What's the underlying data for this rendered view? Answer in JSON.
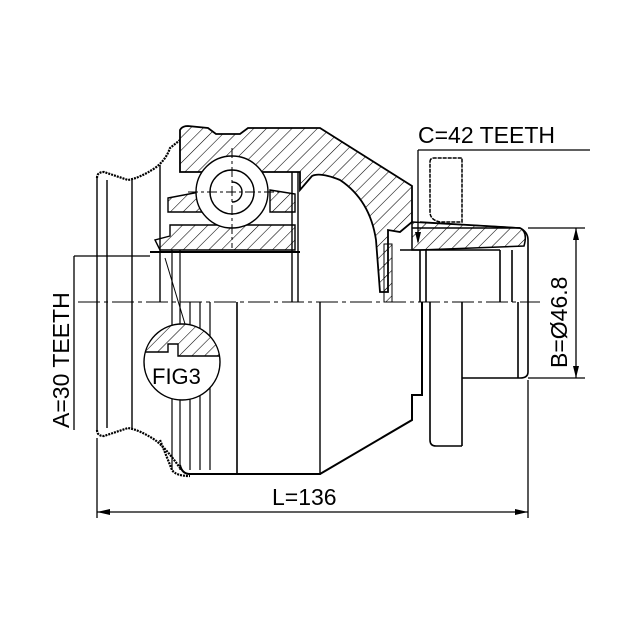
{
  "diagram": {
    "subject": "CV joint inner assembly (cross-section drawing)",
    "labels": {
      "c_teeth": "C=42 TEETH",
      "a_teeth": "A=30 TEETH",
      "b_diameter": "B=Ø46.8",
      "length": "L=136",
      "fig": "FIG3"
    },
    "dimensions": {
      "A_teeth": 30,
      "C_teeth": 42,
      "B_diameter_mm": 46.8,
      "L_mm": 136
    },
    "colors": {
      "line": "#000000",
      "background": "#ffffff"
    }
  }
}
